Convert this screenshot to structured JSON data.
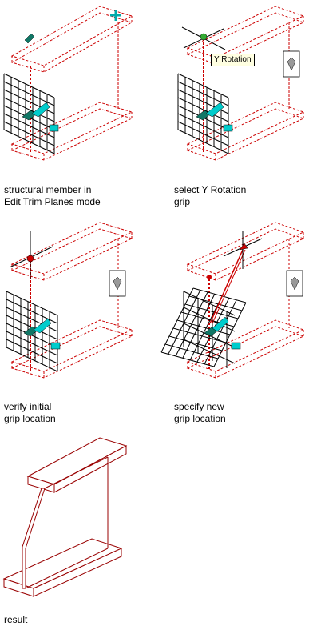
{
  "captions": {
    "panel1": "structural member in\nEdit Trim Planes mode",
    "panel2": "select Y Rotation\ngrip",
    "panel3": "verify initial\ngrip location",
    "panel4": "specify new\ngrip location",
    "panel5": "result"
  },
  "tooltip": "Y Rotation",
  "colors": {
    "member": "#cc0000",
    "grip_cyan": "#00cccc",
    "grip_teal": "#117766",
    "grip_green": "#33aa33",
    "grip_gray": "#999999",
    "tooltip_bg": "#ffffe1"
  }
}
